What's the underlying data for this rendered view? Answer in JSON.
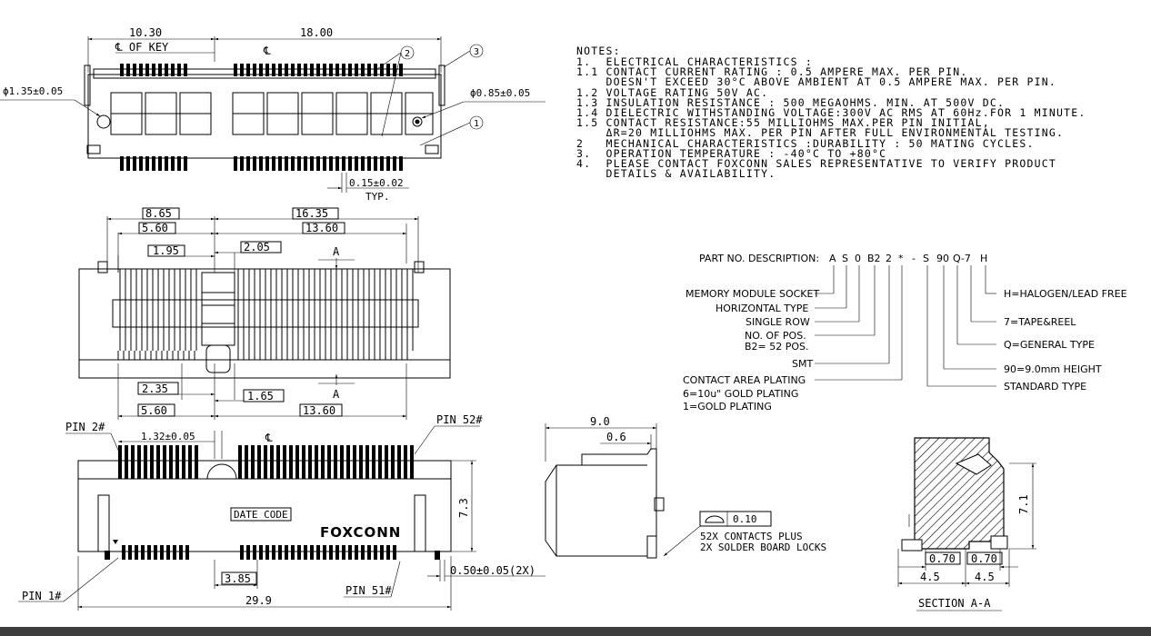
{
  "dims": {
    "top_left_width": "10.30",
    "top_right_width": "18.00",
    "cl_of_key": "℄ OF KEY",
    "cl": "℄",
    "hole_large": "ϕ1.35±0.05",
    "hole_small": "ϕ0.85±0.05",
    "pitch": "0.15±0.02",
    "typ": "TYP.",
    "callout_1": "1",
    "callout_2": "2",
    "callout_3": "3",
    "mid_8_65": "8.65",
    "mid_16_35": "16.35",
    "mid_5_60": "5.60",
    "mid_13_60": "13.60",
    "mid_1_95": "1.95",
    "mid_2_05": "2.05",
    "section_marker": "A",
    "mid_2_35": "2.35",
    "mid_1_65": "1.65",
    "mid_5_60b": "5.60",
    "mid_13_60b": "13.60",
    "pin2": "PIN 2#",
    "pin52": "PIN 52#",
    "pin1": "PIN 1#",
    "pin51": "PIN 51#",
    "pitch_1_32": "1.32±0.05",
    "height_7_3": "7.3",
    "date_code": "DATE CODE",
    "brand": "FOXCONN",
    "dim_3_85": "3.85",
    "total_29_9": "29.9",
    "solder_0_50": "0.50±0.05(2X)",
    "side_9_0": "9.0",
    "side_0_6": "0.6",
    "flatness": "0.10",
    "contacts_note_1": "52X CONTACTS PLUS",
    "contacts_note_2": "2X SOLDER BOARD LOCKS",
    "sec_7_1": "7.1",
    "sec_0_70a": "0.70",
    "sec_0_70b": "0.70",
    "sec_4_5a": "4.5",
    "sec_4_5b": "4.5",
    "section_title": "SECTION A-A"
  },
  "notes": [
    "NOTES:",
    "1.  ELECTRICAL CHARACTERISTICS :",
    "1.1 CONTACT CURRENT RATING : 0.5 AMPERE MAX. PER PIN.",
    "    DOESN'T EXCEED 30°C ABOVE AMBIENT AT 0.5 AMPERE MAX. PER PIN.",
    "1.2 VOLTAGE RATING 50V AC.",
    "1.3 INSULATION RESISTANCE : 500 MEGAOHMS. MIN. AT 500V DC.",
    "1.4 DIELECTRIC WITHSTANDING VOLTAGE:300V AC RMS AT 60Hz.FOR 1 MINUTE.",
    "1.5 CONTACT RESISTANCE:55 MILLIOHMS MAX.PER PIN INITIAL,",
    "    ΔR=20 MILLIOHMS MAX. PER PIN AFTER FULL ENVIRONMENTAL TESTING.",
    "2   MECHANICAL CHARACTERISTICS :DURABILITY : 50 MATING CYCLES.",
    "3.  OPERATION TEMPERATURE : -40°C TO +80°C",
    "4.  PLEASE CONTACT FOXCONN SALES REPRESENTATIVE TO VERIFY PRODUCT",
    "    DETAILS & AVAILABILITY."
  ],
  "part": {
    "heading": "PART NO. DESCRIPTION:",
    "codes": [
      "A",
      "S",
      "0",
      "B2",
      "2",
      "*",
      "-",
      "S",
      "90",
      "Q-7",
      "H"
    ],
    "left_labels": [
      "MEMORY MODULE SOCKET",
      "HORIZONTAL TYPE",
      "SINGLE ROW",
      "NO. OF POS.",
      "B2= 52 POS.",
      "SMT",
      "CONTACT AREA PLATING",
      "6=10u\" GOLD PLATING",
      "1=GOLD PLATING"
    ],
    "right_labels": [
      "H=HALOGEN/LEAD FREE",
      "7=TAPE&REEL",
      "Q=GENERAL TYPE",
      "90=9.0mm HEIGHT",
      "STANDARD TYPE"
    ]
  }
}
